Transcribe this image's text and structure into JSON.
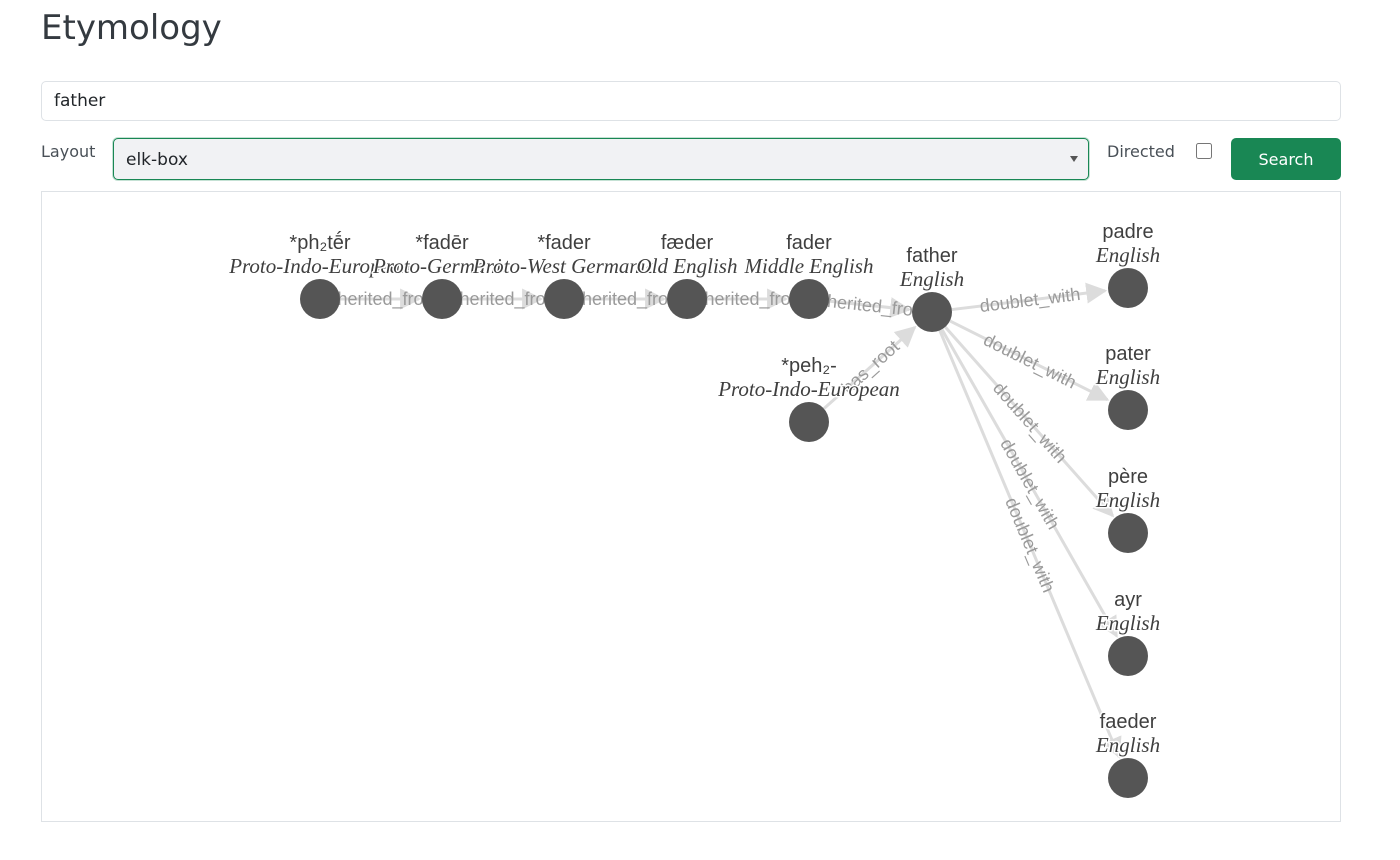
{
  "page": {
    "title": "Etymology"
  },
  "search": {
    "value": "father"
  },
  "controls": {
    "layout_label": "Layout",
    "layout_value": "elk-box",
    "directed_label": "Directed",
    "directed_checked": false,
    "search_label": "Search"
  },
  "colors": {
    "accent": "#198754",
    "node": "#555555",
    "edge": "#dcdcdc",
    "edge_label": "#9a9a9a"
  },
  "graph": {
    "nodes": [
      {
        "id": "n1",
        "word": "*ph₂tḗr",
        "lang": "Proto-Indo-European"
      },
      {
        "id": "n2",
        "word": "*fadēr",
        "lang": "Proto-Germanic"
      },
      {
        "id": "n3",
        "word": "*fader",
        "lang": "Proto-West Germanic"
      },
      {
        "id": "n4",
        "word": "fæder",
        "lang": "Old English"
      },
      {
        "id": "n5",
        "word": "fader",
        "lang": "Middle English"
      },
      {
        "id": "n6",
        "word": "father",
        "lang": "English"
      },
      {
        "id": "n7",
        "word": "*peh₂-",
        "lang": "Proto-Indo-European"
      },
      {
        "id": "n8",
        "word": "padre",
        "lang": "English"
      },
      {
        "id": "n9",
        "word": "pater",
        "lang": "English"
      },
      {
        "id": "n10",
        "word": "père",
        "lang": "English"
      },
      {
        "id": "n11",
        "word": "ayr",
        "lang": "English"
      },
      {
        "id": "n12",
        "word": "faeder",
        "lang": "English"
      }
    ],
    "edges": [
      {
        "from": "n1",
        "to": "n2",
        "label": "inherited_from"
      },
      {
        "from": "n2",
        "to": "n3",
        "label": "inherited_from"
      },
      {
        "from": "n3",
        "to": "n4",
        "label": "inherited_from"
      },
      {
        "from": "n4",
        "to": "n5",
        "label": "inherited_from"
      },
      {
        "from": "n5",
        "to": "n6",
        "label": "inherited_from"
      },
      {
        "from": "n7",
        "to": "n6",
        "label": "has_root"
      },
      {
        "from": "n6",
        "to": "n8",
        "label": "doublet_with"
      },
      {
        "from": "n6",
        "to": "n9",
        "label": "doublet_with"
      },
      {
        "from": "n6",
        "to": "n10",
        "label": "doublet_with"
      },
      {
        "from": "n6",
        "to": "n11",
        "label": "doublet_with"
      },
      {
        "from": "n6",
        "to": "n12",
        "label": "doublet_with"
      }
    ]
  }
}
